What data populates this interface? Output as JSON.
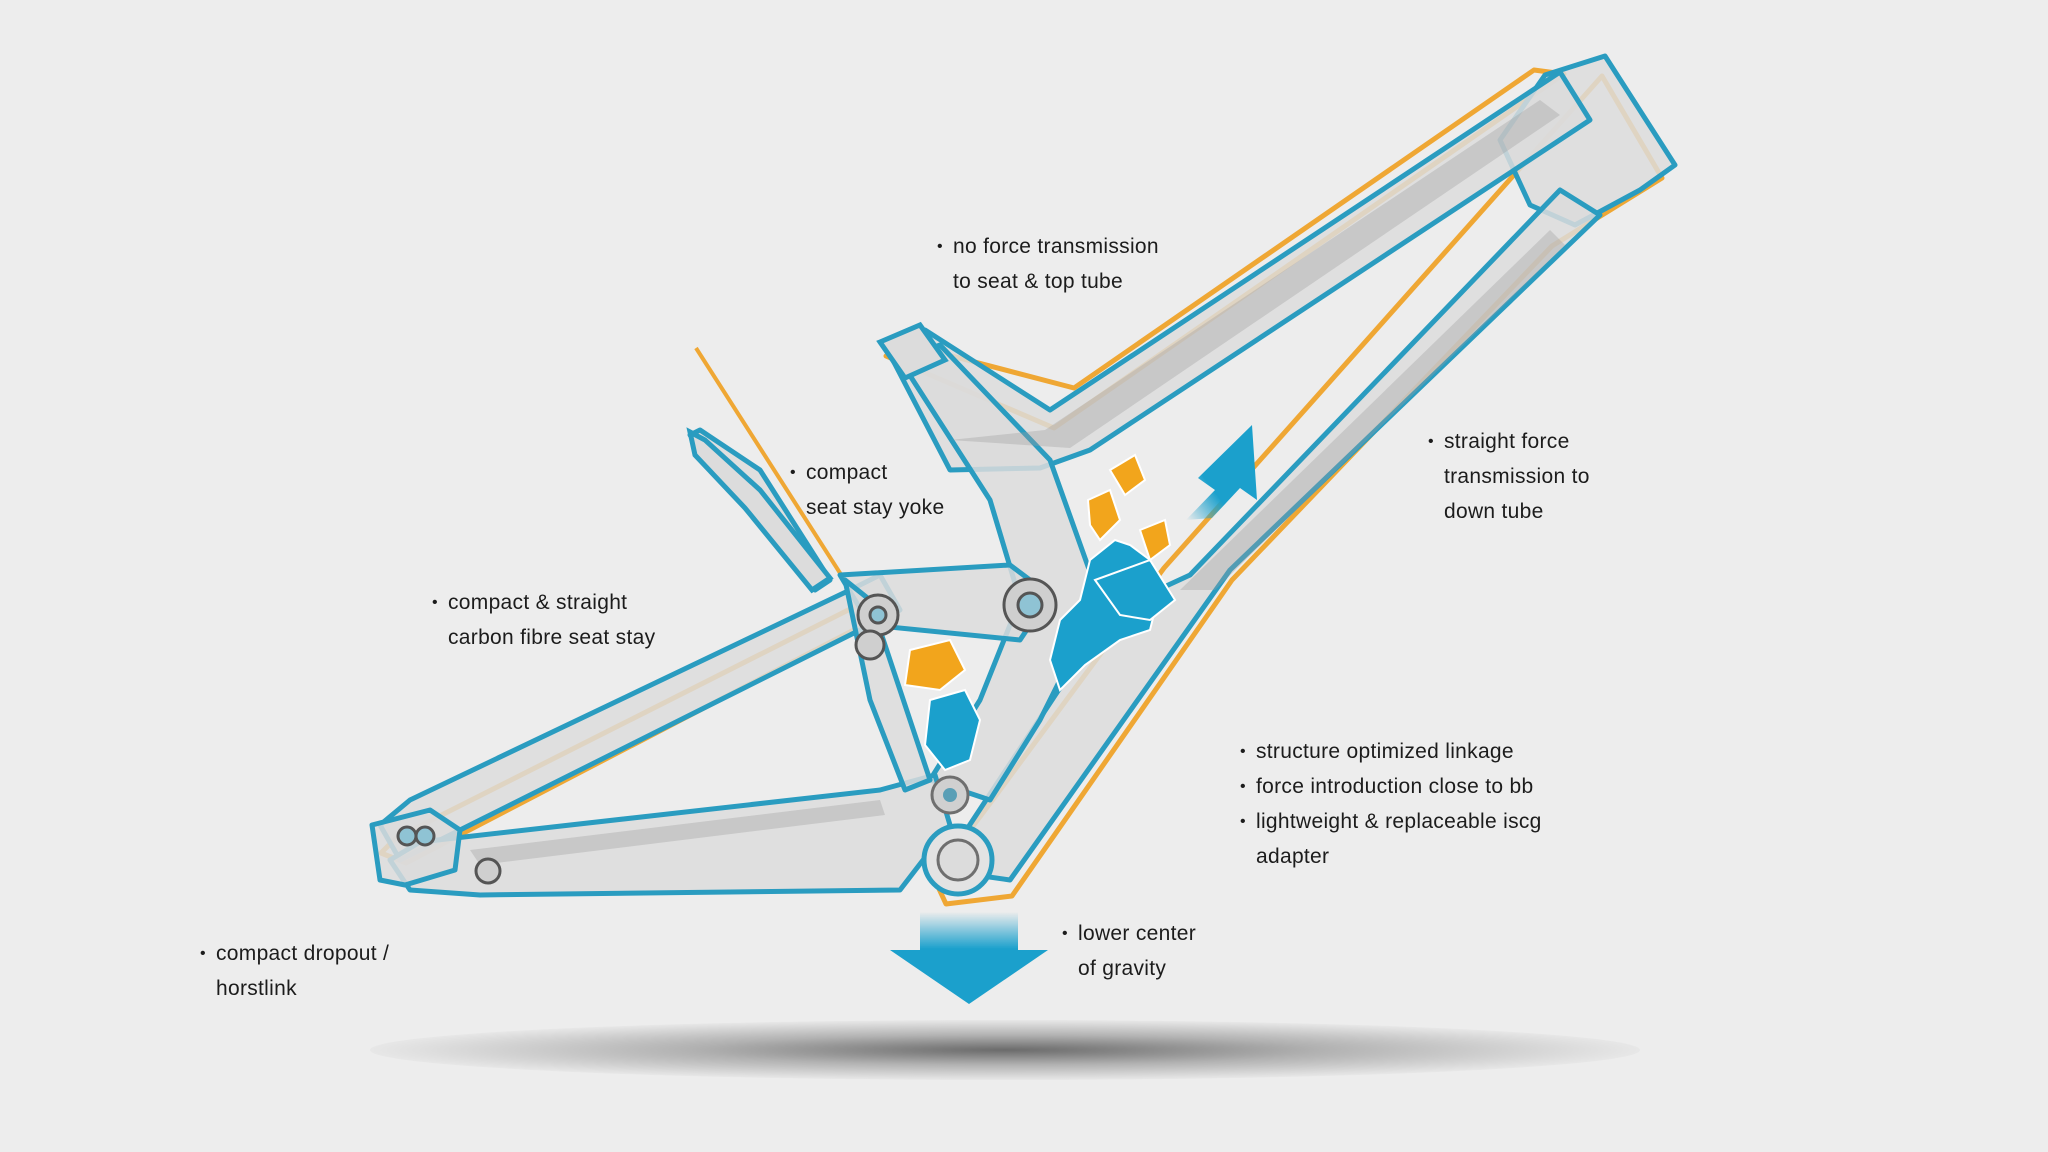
{
  "colors": {
    "background": "#ededed",
    "frame_fill": "#dcdcdc",
    "frame_outline_blue": "#2a9cc0",
    "frame_outline_orange": "#f0a020",
    "accent_blue": "#1ba0cc",
    "accent_orange": "#f2a51c",
    "text": "#1c1c1c"
  },
  "arrows": {
    "up": "arrow-up-right",
    "down": "arrow-down"
  },
  "callouts": [
    {
      "id": "top-tube",
      "lines": [
        "no force transmission",
        "to seat & top tube"
      ]
    },
    {
      "id": "yoke",
      "lines": [
        "compact",
        "seat stay yoke"
      ]
    },
    {
      "id": "seat-stay",
      "lines": [
        "compact & straight",
        "carbon fibre seat stay"
      ]
    },
    {
      "id": "down-tube",
      "lines": [
        "straight force",
        "transmission to",
        "down tube"
      ]
    },
    {
      "id": "linkage",
      "lines": [
        "structure optimized linkage",
        "force introduction close to bb",
        "lightweight & replaceable iscg",
        "adapter"
      ]
    },
    {
      "id": "gravity",
      "lines": [
        "lower center",
        "of gravity"
      ]
    },
    {
      "id": "dropout",
      "lines": [
        "compact dropout /",
        "horstlink"
      ]
    }
  ]
}
